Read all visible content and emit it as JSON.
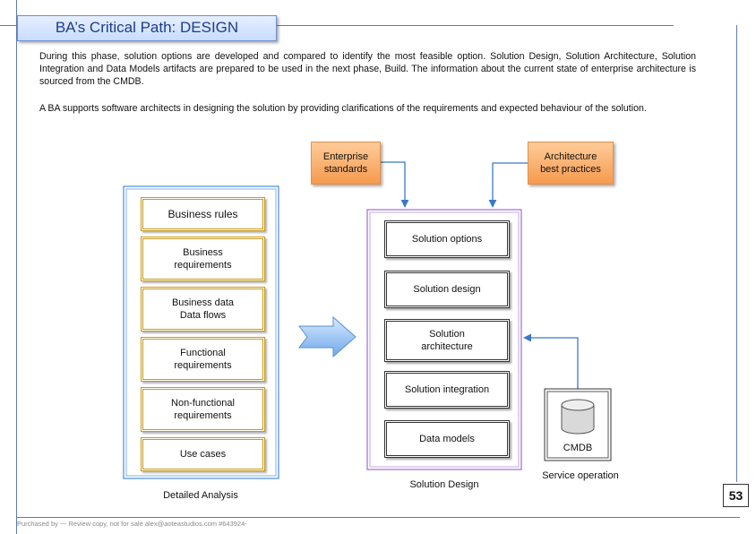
{
  "header": {
    "title": "BA’s Critical Path: DESIGN"
  },
  "intro": {
    "p1": "During this phase, solution options are developed and compared to identify the most feasible option. Solution Design, Solution Architecture, Solution Integration and Data Models artifacts are prepared to be used in the next phase, Build. The information about the current state of enterprise architecture is sourced from the CMDB.",
    "p2": "A BA supports software architects in designing the solution by providing clarifications of the requirements and expected behaviour of the solution."
  },
  "inputs": {
    "enterprise_standards": [
      "Enterprise",
      "standards"
    ],
    "architecture_best_practices": [
      "Architecture",
      "best practices"
    ]
  },
  "detailed_analysis": {
    "label": "Detailed Analysis",
    "items": [
      [
        "Business rules"
      ],
      [
        "Business",
        "requirements"
      ],
      [
        "Business data",
        "Data flows"
      ],
      [
        "Functional",
        "requirements"
      ],
      [
        "Non-functional",
        "requirements"
      ],
      [
        "Use cases"
      ]
    ]
  },
  "solution_design": {
    "label": "Solution Design",
    "items": [
      [
        "Solution options"
      ],
      [
        "Solution design"
      ],
      [
        "Solution",
        "architecture"
      ],
      [
        "Solution integration"
      ],
      [
        "Data models"
      ]
    ]
  },
  "cmdb": {
    "label": "CMDB",
    "caption": "Service operation"
  },
  "footer": {
    "text": "Purchased by --- Review copy, not for sale alex@aoteastudios.com #643924-",
    "page_number": "53"
  },
  "colors": {
    "title_text": "#1f3d87",
    "frame_line": "#5b7bb5",
    "analysis_border": "#4a8be0",
    "design_border": "#9b6fd0",
    "requirement_border": "#c79a1a",
    "note_fill": "#f7a55c",
    "connector": "#3b78c4"
  }
}
